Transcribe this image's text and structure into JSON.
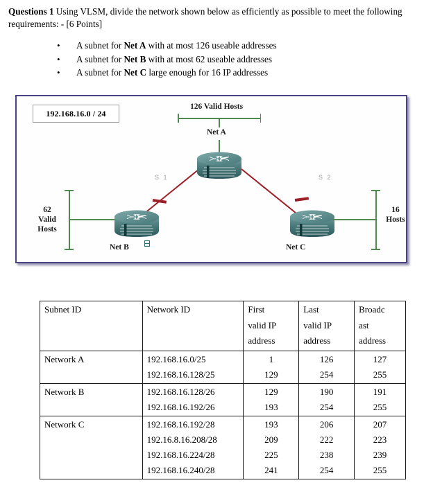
{
  "question": {
    "label": "Questions 1",
    "text": " Using VLSM, divide the network shown below as efficiently as possible to meet the following requirements: - [6 Points]",
    "bullet_glyph": "•",
    "requirements": [
      {
        "pre": "A subnet for ",
        "bold": "Net A",
        "post": " with at most 126 useable addresses"
      },
      {
        "pre": "A subnet for ",
        "bold": "Net B",
        "post": " with at most 62 useable addresses"
      },
      {
        "pre": "A subnet for ",
        "bold": "Net C",
        "post": " large enough for 16 IP addresses"
      }
    ]
  },
  "diagram": {
    "network_id": "192.168.16.0 / 24",
    "border_color": "#4a4484",
    "link_color_lan": "#4f8a4f",
    "link_color_serial": "#9d1f28",
    "router_color": "#4f7f80",
    "top_bracket_label": "126 Valid Hosts",
    "net_a_label": "Net A",
    "net_b_label": "Net B",
    "net_c_label": "Net C",
    "left_hosts_label": "62\nValid\nHosts",
    "right_hosts_label": "16\nHosts",
    "iface_left": "S 1",
    "iface_right": "S 2",
    "netb_glyph_name": "host-icon"
  },
  "table": {
    "headers": {
      "subnet_id": [
        "Subnet ID"
      ],
      "network_id": [
        "Network ID"
      ],
      "first_valid": [
        "First",
        "valid IP",
        "address"
      ],
      "last_valid": [
        "Last",
        "valid IP",
        "address"
      ],
      "broadcast": [
        "Broadc",
        "ast",
        "address"
      ]
    },
    "rows": [
      {
        "subnet_id": "Network A",
        "network_ids": [
          "192.168.16.0/25",
          "192.168.16.128/25"
        ],
        "first_valid": [
          "1",
          "129"
        ],
        "last_valid": [
          "126",
          "254"
        ],
        "broadcast": [
          "127",
          "255"
        ]
      },
      {
        "subnet_id": "Network B",
        "network_ids": [
          "192.168.16.128/26",
          "192.168.16.192/26"
        ],
        "first_valid": [
          "129",
          "193"
        ],
        "last_valid": [
          "190",
          "254"
        ],
        "broadcast": [
          "191",
          "255"
        ]
      },
      {
        "subnet_id": "Network C",
        "network_ids": [
          "192.168.16.192/28",
          "192.16.8.16.208/28",
          "192.168.16.224/28",
          "192.168.16.240/28"
        ],
        "first_valid": [
          "193",
          "209",
          "225",
          "241"
        ],
        "last_valid": [
          "206",
          "222",
          "238",
          "254"
        ],
        "broadcast": [
          "207",
          "223",
          "239",
          "255"
        ]
      }
    ]
  }
}
